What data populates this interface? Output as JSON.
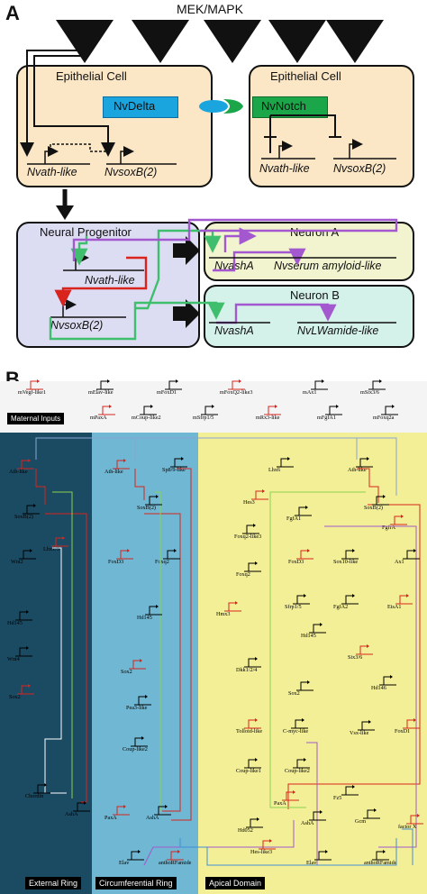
{
  "panelA": {
    "letter": "A",
    "signal": "MEK/MAPK",
    "cell_left_title": "Epithelial Cell",
    "cell_right_title": "Epithelial Cell",
    "delta": "NvDelta",
    "notch": "NvNotch",
    "left_gene1": "Nvath-like",
    "left_gene2": "NvsoxB(2)",
    "right_gene1": "Nvath-like",
    "right_gene2": "NvsoxB(2)",
    "progenitor_title": "Neural Progenitor",
    "prog_gene1": "Nvath-like",
    "prog_gene2": "NvsoxB(2)",
    "neuronA_title": "Neuron A",
    "neuronA_gene1": "NvashA",
    "neuronA_gene2": "Nvserum amyloid-like",
    "neuronB_title": "Neuron B",
    "neuronB_gene1": "NvashA",
    "neuronB_gene2": "NvLWamide-like",
    "colors": {
      "epithelial": "#fbe7c6",
      "progenitor": "#dcdcf2",
      "neuronA": "#f2f4cf",
      "neuronB": "#d4f1ea",
      "delta": "#1aa5de",
      "notch": "#1ba64a",
      "red": "#d9241e",
      "purple": "#a358cf",
      "green": "#3fbf6d"
    }
  },
  "panelB": {
    "letter": "B",
    "maternal_label": "Maternal Inputs",
    "maternal_row1": [
      "mVegf-like1",
      "mElav-like",
      "mFoxD1",
      "mFoxQ2-like3",
      "mAx1",
      "mSix3/6"
    ],
    "maternal_row2": [
      "mPaxA",
      "mCoup-like2",
      "mSfrp1/5",
      "mRx3-like",
      "mFgfA1",
      "mFoxq2a"
    ],
    "regions": [
      "External Ring",
      "Circumferential Ring",
      "Apical Domain"
    ],
    "external_genes": [
      "Ath-like",
      "SoxB(2)",
      "Wnt2",
      "Lhx1/5",
      "Hd145",
      "Wnt4",
      "Sox2",
      "Chordin",
      "AshA"
    ],
    "circ_genes": [
      "Ath-like",
      "Sp8/9-like",
      "SoxB(2)",
      "FoxD3",
      "Foxq2",
      "Hd145",
      "Sox2",
      "Pea3-like",
      "Coup-like2",
      "PaxA",
      "AshA",
      "Elav",
      "antho­RFamide"
    ],
    "apical_genes": [
      "Lhx6",
      "Ath-like",
      "Hes3",
      "SoxB(2)",
      "FgfA1",
      "FgfrA",
      "Foxq2-like3",
      "Foxq2",
      "FoxD3",
      "Sox10-like",
      "Ax1",
      "Hmx3",
      "Sfrp1/5",
      "FgfA2",
      "EtsA1",
      "Hd145",
      "Dkk1/2/4",
      "Six3/6",
      "Hd146",
      "Sox2",
      "Tolloid-like",
      "C-myc-like",
      "Vsx-like",
      "FoxD1",
      "Coup-like1",
      "Coup-like2",
      "PaxA",
      "Fz5",
      "Gcm",
      "factor X",
      "AshA",
      "Hd052",
      "Hes-like3",
      "Elav",
      "anthoRFamide"
    ]
  }
}
